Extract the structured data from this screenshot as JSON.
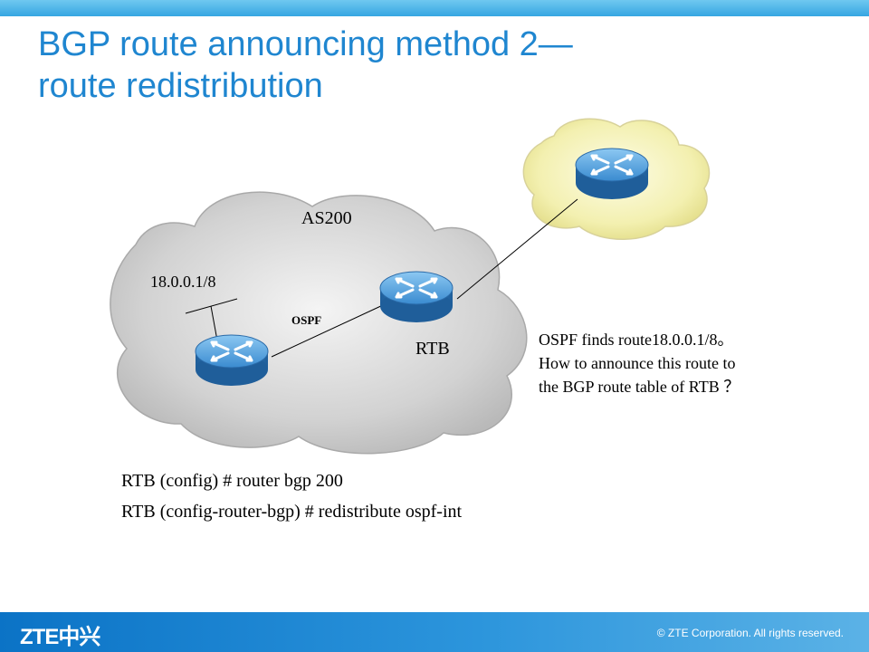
{
  "slide": {
    "title_line1": "BGP route announcing method 2—",
    "title_line2": "route redistribution"
  },
  "diagram": {
    "as_label": "AS200",
    "network_label": "18.0.0.1/8",
    "ospf_label": "OSPF",
    "router_label": "RTB"
  },
  "question": {
    "line1": "OSPF finds route18.0.0.1/8。",
    "line2": "How to announce this route to",
    "line3": "the BGP route table of RTB ？"
  },
  "commands": {
    "line1": "RTB (config) # router bgp 200",
    "line2": "RTB (config-router-bgp) # redistribute ospf-int"
  },
  "footer": {
    "logo": "ZTE中兴",
    "copyright": "© ZTE Corporation. All rights reserved."
  },
  "colors": {
    "title": "#1f86d0",
    "router": "#2a7fc4",
    "as_cloud": "#d6d6d6",
    "external_cloud": "#f5f3b8"
  },
  "icons": [
    "router-icon"
  ]
}
